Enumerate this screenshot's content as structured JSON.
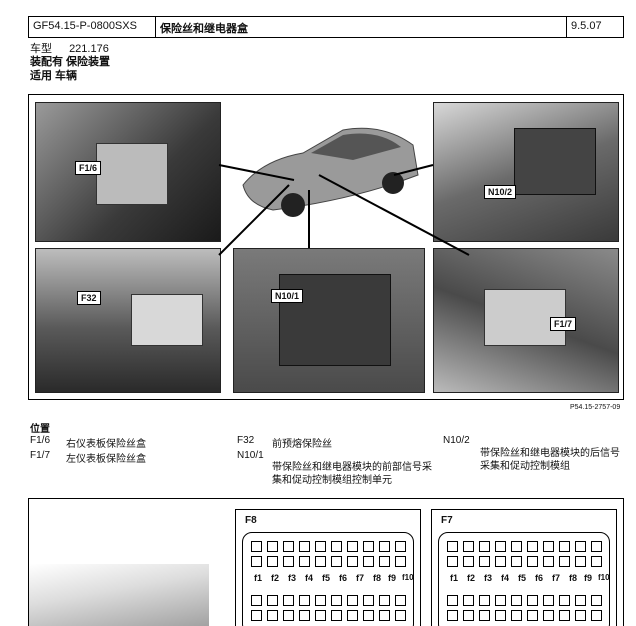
{
  "header": {
    "doc_id": "GF54.15-P-0800SXS",
    "title": "保险丝和继电器盒",
    "date": "9.5.07"
  },
  "meta": {
    "model_label": "车型",
    "model_value": "221.176",
    "line2": "装配有 保险装置",
    "line3": "适用 车辆"
  },
  "figure": {
    "ref": "P54.15-2757-09",
    "callouts": [
      "F1/6",
      "N10/2",
      "F32",
      "N10/1",
      "F1/7"
    ]
  },
  "legend": {
    "title": "位置",
    "items": [
      {
        "code": "F1/6",
        "text": "右仪表板保险丝盒"
      },
      {
        "code": "F1/7",
        "text": "左仪表板保险丝盒"
      },
      {
        "code": "F32",
        "text": "前预熔保险丝"
      },
      {
        "code": "N10/1",
        "text": "带保险丝和继电器模块的前部信号采集和促动控制模组控制单元"
      },
      {
        "code": "N10/2",
        "text": "带保险丝和继电器模块的后信号采集和促动控制模组"
      }
    ]
  },
  "fuse_boxes": [
    {
      "label": "F8",
      "fuses": [
        "f1",
        "f2",
        "f3",
        "f4",
        "f5",
        "f6",
        "f7",
        "f8",
        "f9",
        "f10"
      ]
    },
    {
      "label": "F7",
      "fuses": [
        "f1",
        "f2",
        "f3",
        "f4",
        "f5",
        "f6",
        "f7",
        "f8",
        "f9",
        "f10"
      ]
    }
  ]
}
